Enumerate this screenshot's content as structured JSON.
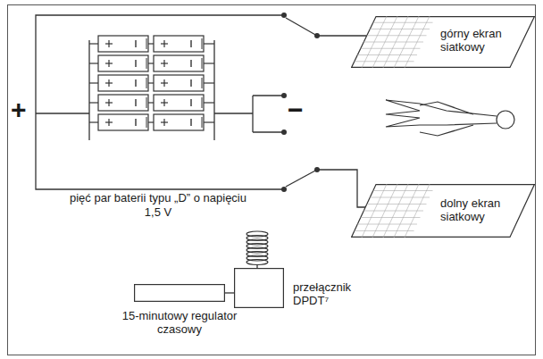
{
  "diagram": {
    "nodes": [
      {
        "text": [
          "górny ekran siatkowy"
        ]
      },
      {
        "text": [
          "dolny ekran siatkowy"
        ]
      },
      {
        "text": [
          "15-minutowy regulator czasowy"
        ]
      },
      {
        "text": [
          "przełącznik DPDT⁷"
        ]
      }
    ],
    "edges": [
      {
        "from": 2,
        "to": 3,
        "arrow": "none"
      }
    ],
    "labels": [
      "+",
      "−",
      "pięć par baterii typu „D” o napięciu 1,5 V"
    ]
  }
}
